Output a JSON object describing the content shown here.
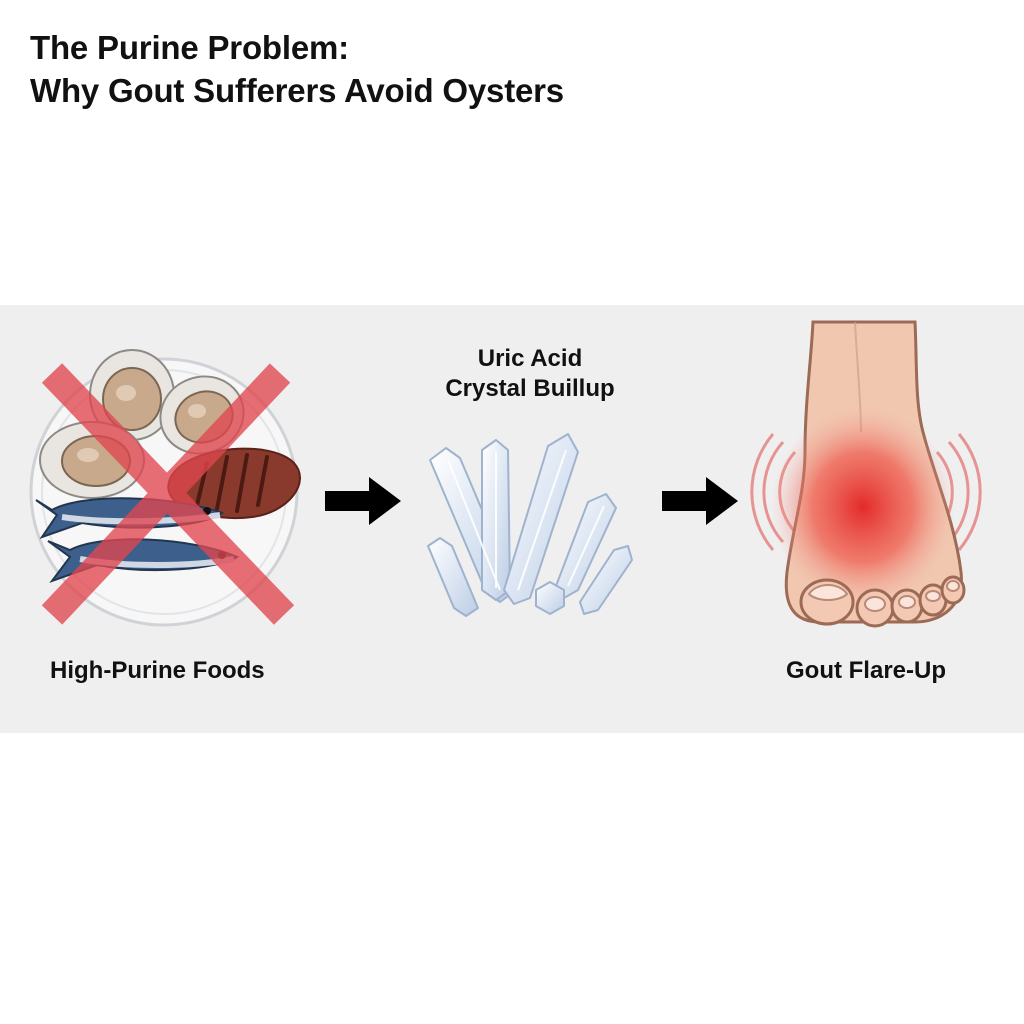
{
  "header": {
    "title_line1": "The Purine Problem:",
    "title_line2": "Why Gout Sufferers Avoid Oysters"
  },
  "steps": [
    {
      "label": "High-Purine Foods",
      "icon": "crossed-out-food-plate-icon"
    },
    {
      "label_line1": "Uric Acid",
      "label_line2": "Crystal Buillup",
      "icon": "crystals-icon"
    },
    {
      "label": "Gout Flare-Up",
      "icon": "inflamed-foot-icon"
    }
  ],
  "arrows": [
    {
      "icon": "right-arrow-icon"
    },
    {
      "icon": "right-arrow-icon"
    }
  ],
  "colors": {
    "band": "#efefef",
    "text": "#111111",
    "cross": "#e0474f",
    "inflammation": "#e32222",
    "arrow": "#000000"
  }
}
